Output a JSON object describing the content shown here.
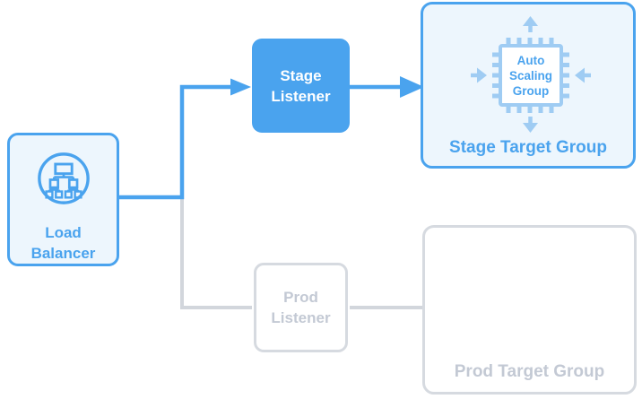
{
  "colors": {
    "accent": "#4aa3ee",
    "accent_light_bg": "#edf6fd",
    "chip_blue": "#9fccf3",
    "gray_border": "#d6dae0",
    "gray_text": "#c3c9d4",
    "gray_line": "#d2d6dc"
  },
  "diagram": {
    "nodes": {
      "load_balancer": {
        "label": "Load Balancer",
        "icon": "load-balancer-network-icon"
      },
      "stage_listener": {
        "label": "Stage Listener",
        "state": "active"
      },
      "prod_listener": {
        "label": "Prod Listener",
        "state": "inactive"
      },
      "stage_target_group": {
        "label": "Stage Target Group",
        "chip_label": "Auto Scaling Group",
        "icon": "auto-scaling-chip-icon",
        "state": "active"
      },
      "prod_target_group": {
        "label": "Prod Target Group",
        "state": "inactive"
      }
    },
    "edges": [
      {
        "from": "load_balancer",
        "to": "stage_listener",
        "style": "active-blue",
        "arrow": true
      },
      {
        "from": "stage_listener",
        "to": "stage_target_group",
        "style": "active-blue",
        "arrow": true
      },
      {
        "from": "load_balancer",
        "to": "prod_listener",
        "style": "inactive-gray",
        "arrow": false
      },
      {
        "from": "prod_listener",
        "to": "prod_target_group",
        "style": "inactive-gray",
        "arrow": false
      }
    ]
  }
}
